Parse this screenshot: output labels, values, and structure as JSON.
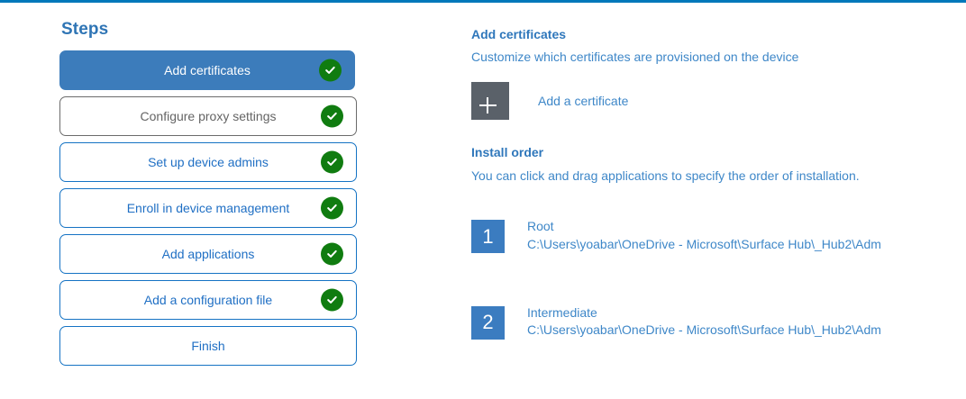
{
  "theme": {
    "accent_bar": "#0078ba",
    "link_blue": "#3e87c8",
    "heading_blue": "#2f75b5",
    "active_step_fill": "#3c7cbb",
    "check_green": "#107c10",
    "plus_tile_gray": "#5a6169",
    "order_badge_blue": "#3b7cc0"
  },
  "steps_panel": {
    "title": "Steps",
    "items": [
      {
        "label": "Add certificates",
        "state": "active",
        "completed": true
      },
      {
        "label": "Configure proxy settings",
        "state": "muted",
        "completed": true
      },
      {
        "label": "Set up device admins",
        "state": "default",
        "completed": true
      },
      {
        "label": "Enroll in device management",
        "state": "default",
        "completed": true
      },
      {
        "label": "Add applications",
        "state": "default",
        "completed": true
      },
      {
        "label": "Add a configuration file",
        "state": "default",
        "completed": true
      },
      {
        "label": "Finish",
        "state": "default",
        "completed": false
      }
    ]
  },
  "detail": {
    "heading": "Add certificates",
    "subtitle": "Customize which certificates are provisioned on the device",
    "add_certificate_label": "Add a certificate",
    "plus_icon": "plus-icon",
    "install_order": {
      "heading": "Install order",
      "subtitle": "You can click and drag applications to specify the order of installation.",
      "items": [
        {
          "number": "1",
          "name": "Root",
          "path": "C:\\Users\\yoabar\\OneDrive - Microsoft\\Surface Hub\\_Hub2\\Adm"
        },
        {
          "number": "2",
          "name": "Intermediate",
          "path": "C:\\Users\\yoabar\\OneDrive - Microsoft\\Surface Hub\\_Hub2\\Adm"
        }
      ]
    }
  }
}
